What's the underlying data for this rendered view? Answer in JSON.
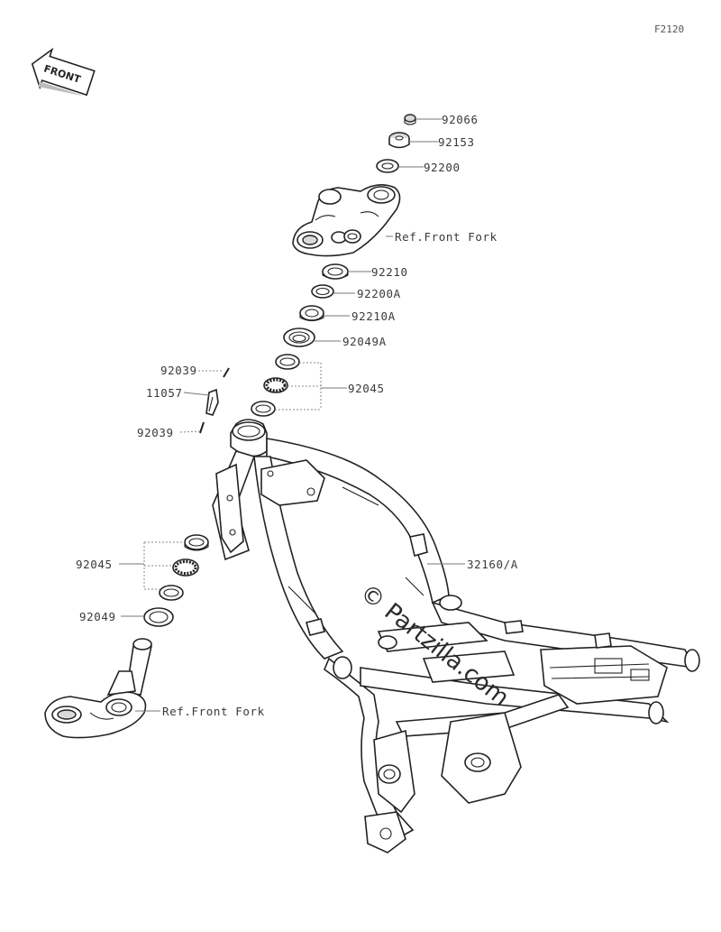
{
  "diagram_code": "F2120",
  "front_arrow": {
    "label": "FRONT",
    "icon": "front-direction-arrow-icon"
  },
  "watermark": "© Partzilla.com",
  "callouts": [
    {
      "id": "c1",
      "text": "92066"
    },
    {
      "id": "c2",
      "text": "92153"
    },
    {
      "id": "c3",
      "text": "92200"
    },
    {
      "id": "c4",
      "text": "Ref.Front Fork"
    },
    {
      "id": "c5",
      "text": "92210"
    },
    {
      "id": "c6",
      "text": "92200A"
    },
    {
      "id": "c7",
      "text": "92210A"
    },
    {
      "id": "c8",
      "text": "92049A"
    },
    {
      "id": "c9",
      "text": "92039"
    },
    {
      "id": "c10",
      "text": "11057"
    },
    {
      "id": "c11",
      "text": "92045"
    },
    {
      "id": "c12",
      "text": "92039"
    },
    {
      "id": "c13",
      "text": "32160/A"
    },
    {
      "id": "c14",
      "text": "92045"
    },
    {
      "id": "c15",
      "text": "92049"
    },
    {
      "id": "c16",
      "text": "Ref.Front Fork"
    }
  ]
}
